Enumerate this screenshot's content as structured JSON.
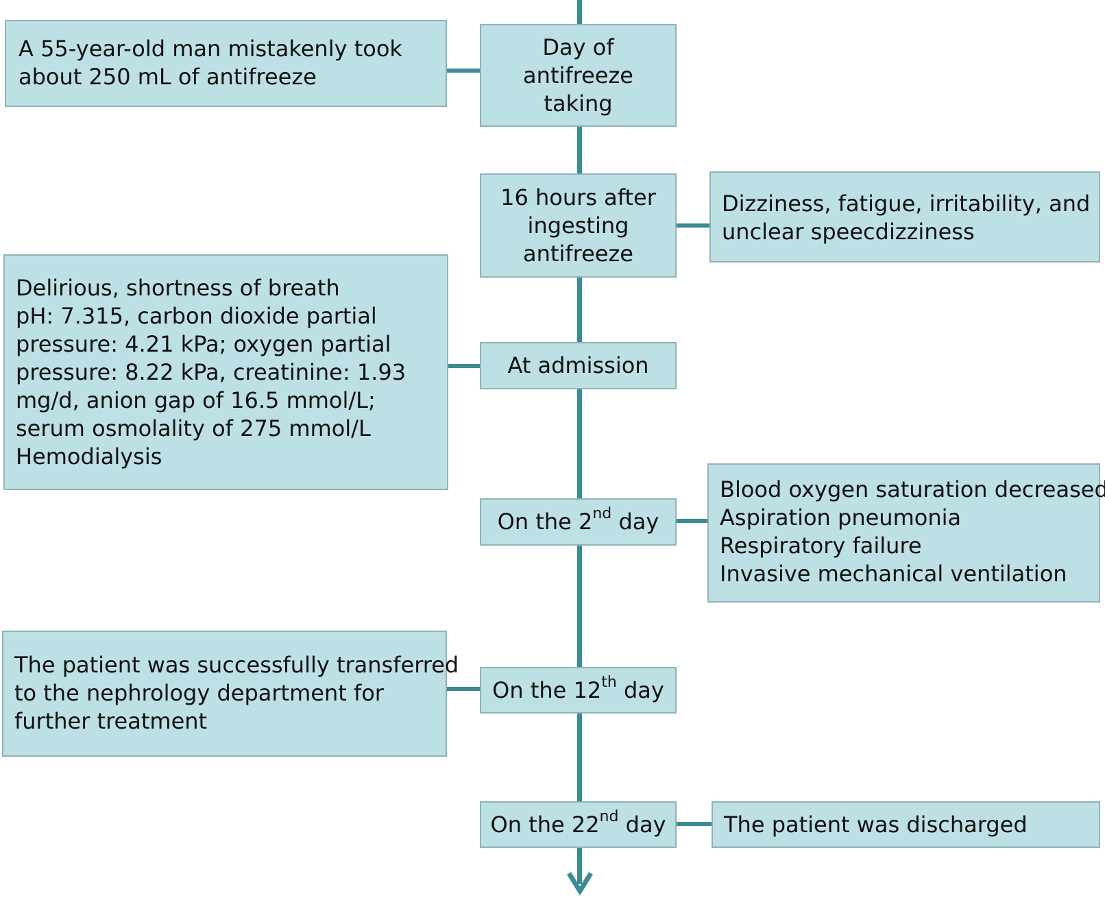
{
  "timeline": {
    "day_of": [
      "Day of",
      "antifreeze",
      "taking"
    ],
    "after16h": [
      "16 hours after",
      "ingesting",
      "antifreeze"
    ],
    "admission": "At admission",
    "day2": {
      "prefix": "On the 2",
      "sup": "nd",
      "suffix": " day"
    },
    "day12": {
      "prefix": "On the 12",
      "sup": "th",
      "suffix": " day"
    },
    "day22": {
      "prefix": "On the 22",
      "sup": "nd",
      "suffix": " day"
    }
  },
  "events": {
    "ingestion": [
      "A 55-year-old man mistakenly took",
      "about 250 mL of antifreeze"
    ],
    "symptoms": [
      "Dizziness, fatigue, irritability, and",
      "unclear speecdizziness"
    ],
    "admission_findings": [
      "Delirious, shortness of breath",
      "pH: 7.315, carbon dioxide partial",
      "pressure: 4.21 kPa; oxygen partial",
      "pressure: 8.22 kPa, creatinine: 1.93",
      "mg/d, anion gap of 16.5 mmol/L;",
      "serum osmolality of 275 mmol/L",
      "Hemodialysis"
    ],
    "day2_findings": [
      "Blood oxygen saturation decreased",
      "Aspiration pneumonia",
      "Respiratory failure",
      "Invasive mechanical ventilation"
    ],
    "transfer": [
      "The patient was successfully transferred",
      "to the nephrology department for",
      "further treatment"
    ],
    "discharge": "The patient was discharged"
  },
  "colors": {
    "line": "#3d8a93",
    "box_fill": "#bde0e4",
    "box_border": "#8fb3b8"
  }
}
